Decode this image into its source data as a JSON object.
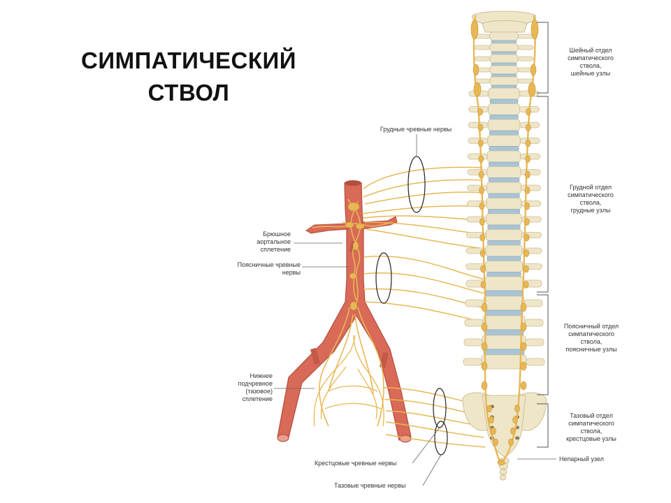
{
  "title": {
    "line1": "СИМПАТИЧЕСКИЙ",
    "line2": "СТВОЛ"
  },
  "colors": {
    "nerve": "#e8b755",
    "nerve_dark": "#c99332",
    "aorta": "#d86a57",
    "aorta_dark": "#b44e3e",
    "bone": "#efe6c8",
    "bone_shade": "#cdbf97",
    "disc": "#a9c4d6",
    "bracket": "#555555"
  },
  "labels": {
    "thoracic_splanchnic": "Грудные чревные нервы",
    "aortic_plexus": [
      "Брюшное",
      "аортальное",
      "сплетение"
    ],
    "lumbar_splanchnic": [
      "Поясничные чревные",
      "нервы"
    ],
    "hypogastric_plexus": [
      "Нижнее",
      "подчревное",
      "(тазовое)",
      "сплетение"
    ],
    "sacral_splanchnic": "Крестцовые чревные нервы",
    "pelvic_splanchnic": "Тазовые чревные нервы",
    "cervical_part": [
      "Шейный отдел",
      "симпатического",
      "ствола,",
      "шейные узлы"
    ],
    "thoracic_part": [
      "Грудной отдел",
      "симпатического",
      "ствола,",
      "грудные узлы"
    ],
    "lumbar_part": [
      "Поясничный отдел",
      "симпатического",
      "ствола,",
      "поясничные узлы"
    ],
    "pelvic_part": [
      "Тазовый отдел",
      "симпатического",
      "ствола,",
      "крестцовые узлы"
    ],
    "ganglion_impar": "Непарный узел"
  }
}
